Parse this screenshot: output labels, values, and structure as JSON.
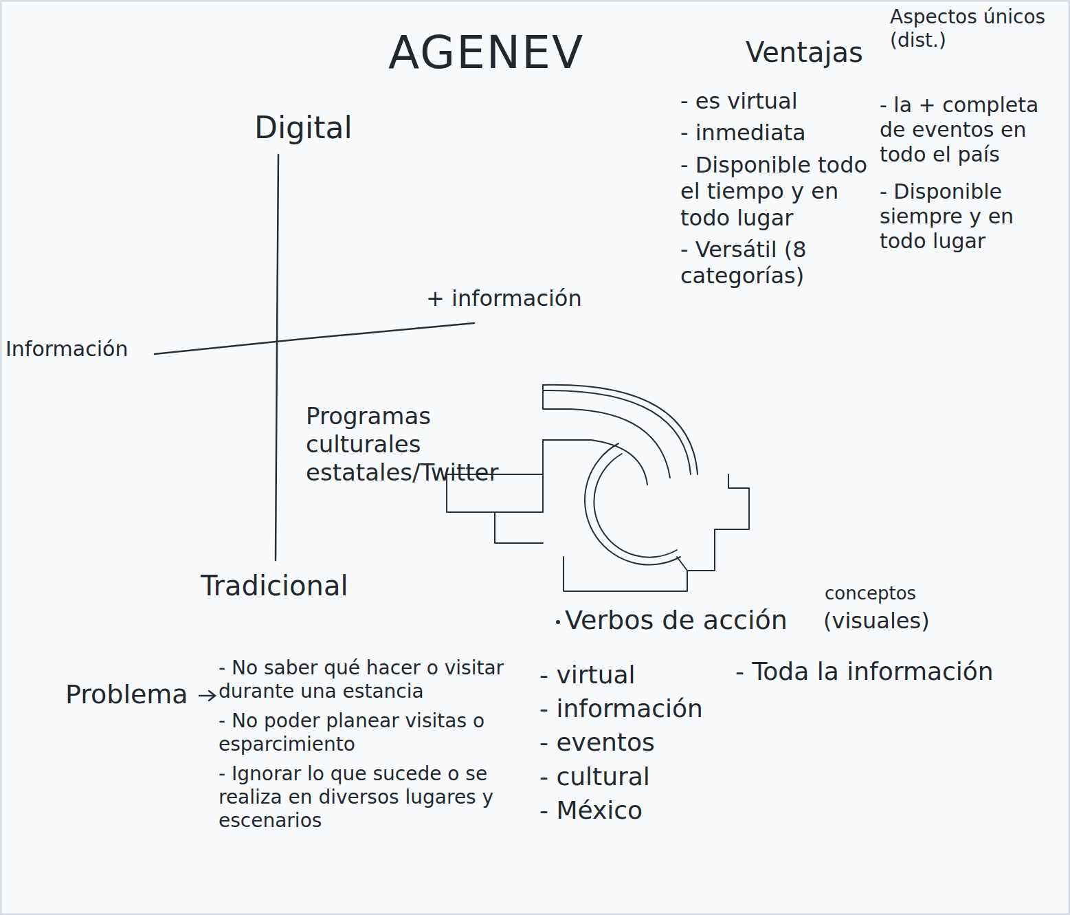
{
  "diagram": {
    "title": "AGENEV",
    "labels": [
      "Ventajas",
      "Aspectos únicos (dist.)",
      "- es virtual",
      "- inmediata",
      "- Disponible todo el tiempo y en todo lugar",
      "- Versátil (8 categorías)",
      "- la + completa de eventos en todo el país",
      "- Disponible siempre y en todo lugar",
      "Digital",
      "Información",
      "+ información",
      "Programas culturales estatales/Twitter",
      "Tradicional",
      "conceptos",
      "Verbos de acción",
      "(visuales)",
      "- virtual",
      "- información",
      "- eventos",
      "- cultural",
      "- México",
      "- Toda la información",
      "Problema",
      "- No saber qué hacer o visitar durante una estancia",
      "- No poder planear visitas o esparcimiento",
      "- Ignorar lo que sucede o se realiza en diversos lugares y escenarios"
    ]
  }
}
